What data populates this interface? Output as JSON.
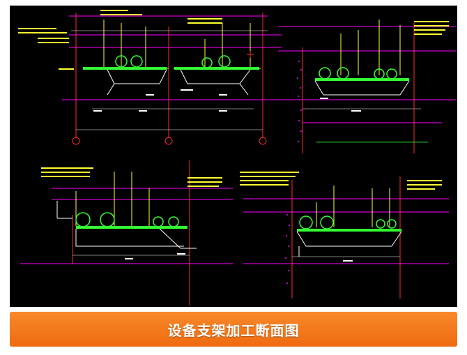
{
  "caption": {
    "title": "设备支架加工断面图"
  },
  "colors": {
    "background": "#000000",
    "caption_bg": "#f27a1c",
    "caption_text": "#ffffff",
    "magenta": "#ff00ff",
    "red": "#ff2a2a",
    "yellow": "#ffff33",
    "green": "#33ff33",
    "white": "#ffffff",
    "cyan": "#00c0ff"
  },
  "drawings": [
    {
      "name": "section-top-left"
    },
    {
      "name": "section-top-right"
    },
    {
      "name": "section-bottom-left"
    },
    {
      "name": "section-bottom-right"
    }
  ]
}
